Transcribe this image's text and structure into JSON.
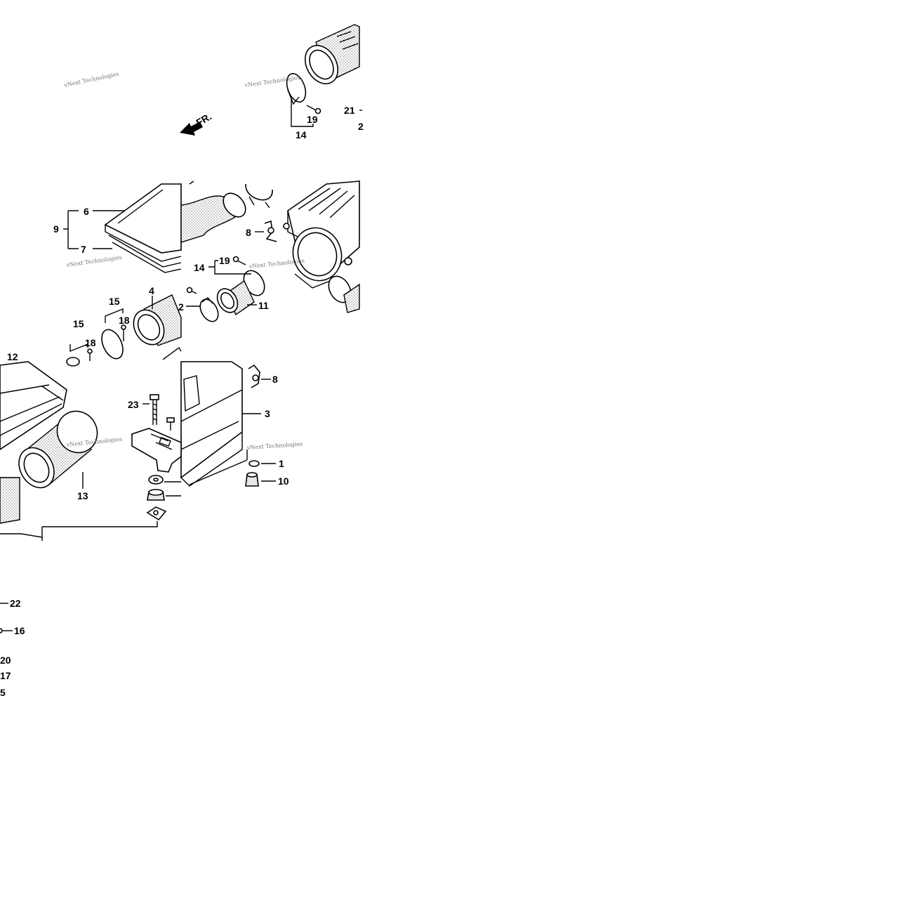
{
  "watermark": "vNext Technologies",
  "direction_label": "FR.",
  "callouts": [
    "1",
    "2",
    "3",
    "4",
    "5",
    "6",
    "7",
    "8",
    "9",
    "10",
    "11",
    "12",
    "13",
    "14",
    "15",
    "16",
    "17",
    "18",
    "19",
    "20",
    "21",
    "22",
    "23"
  ],
  "colors": {
    "ink": "#000000",
    "paper": "#ffffff",
    "watermark": "#777777"
  }
}
